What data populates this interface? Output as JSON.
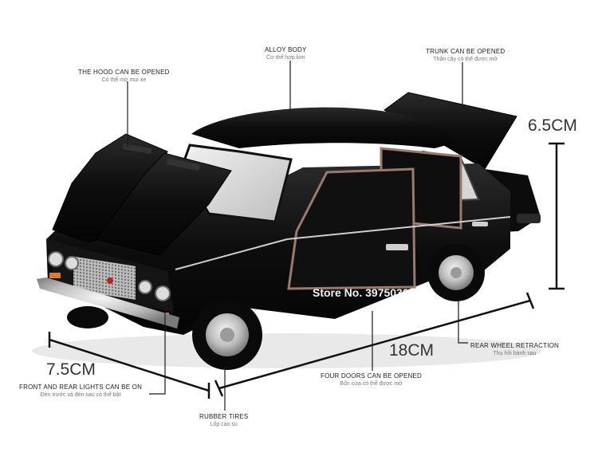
{
  "callouts": {
    "hood": {
      "en": "THE HOOD CAN BE OPENED",
      "vi": "Có thể mở mui xe"
    },
    "body": {
      "en": "ALLOY BODY",
      "vi": "Cơ thể hợp kim"
    },
    "trunk": {
      "en": "TRUNK CAN BE OPENED",
      "vi": "Thân cây có thể được mở"
    },
    "wheel": {
      "en": "REAR WHEEL RETRACTION",
      "vi": "Thu hồi bánh sau"
    },
    "doors": {
      "en": "FOUR DOORS CAN BE OPENED",
      "vi": "Bốn cửa có thể được mở"
    },
    "lights": {
      "en": "FRONT AND REAR LIGHTS CAN BE ON",
      "vi": "Đèn trước và đèn sau có thể bật"
    },
    "tires": {
      "en": "RUBBER TIRES",
      "vi": "Lốp cao su"
    }
  },
  "dimensions": {
    "height": "6.5CM",
    "length": "18CM",
    "width": "7.5CM"
  },
  "watermark": "Store No. 3975030",
  "colors": {
    "car_body": "#0b0b0b",
    "chrome": "#c9c9c9",
    "line": "#1a1a1a",
    "background": "#ffffff"
  }
}
